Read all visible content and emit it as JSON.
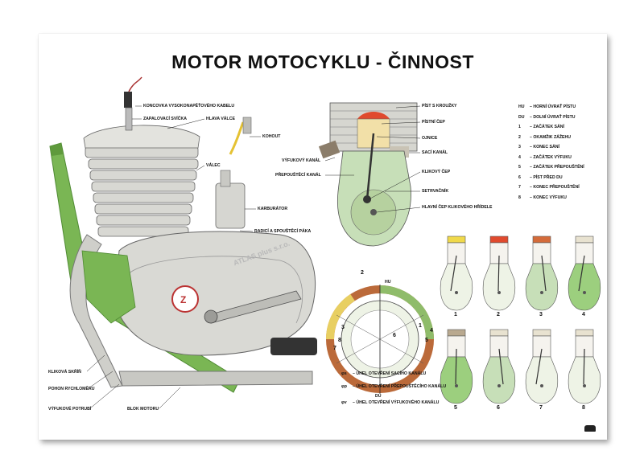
{
  "title": "MOTOR MOTOCYKLU - ČINNOST",
  "engine_labels": {
    "spark_cap": "KONCOVKA VYSOKONAPĚŤOVÉHO KABELU",
    "spark_plug": "ZAPALOVACÍ SVÍČKA",
    "head": "HLAVA VÁLCE",
    "fuel_tap": "KOHOUT",
    "cylinder": "VÁLEC",
    "carburetor": "KARBURÁTOR",
    "gear_lever": "RADICÍ A SPOUŠTĚCÍ PÁKA",
    "crankcase": "KLIKOVÁ SKŘÍŇ",
    "speedo_drive": "POHON RYCHLOMĚRU",
    "exhaust": "VÝFUKOVÉ POTRUBÍ",
    "engine_block": "BLOK MOTORU"
  },
  "section_labels": {
    "piston_rings": "PÍST S KROUŽKY",
    "piston_pin": "PÍSTNÍ ČEP",
    "rod": "OJNICE",
    "intake": "SACÍ KANÁL",
    "exhaust_port": "VÝFUKOVÝ KANÁL",
    "transfer": "PŘEPOUŠTĚCÍ KANÁL",
    "crank_pin": "KLIKOVÝ ČEP",
    "flywheel": "SETRVAČNÍK",
    "main_pin": "HLAVNÍ ČEP KLIKOVÉHO HŘÍDELE"
  },
  "legend": [
    {
      "key": "HU",
      "text": "– HORNÍ ÚVRAŤ PÍSTU"
    },
    {
      "key": "DU",
      "text": "– DOLNÍ ÚVRAŤ PÍSTU"
    },
    {
      "key": "1",
      "text": "– ZAČÁTEK SÁNÍ"
    },
    {
      "key": "2",
      "text": "– OKAMŽIK ZÁŽEHU"
    },
    {
      "key": "3",
      "text": "– KONEC SÁNÍ"
    },
    {
      "key": "4",
      "text": "– ZAČÁTEK VÝFUKU"
    },
    {
      "key": "5",
      "text": "– ZAČÁTEK PŘEPOUŠTĚNÍ"
    },
    {
      "key": "6",
      "text": "– PÍST PŘED DU"
    },
    {
      "key": "7",
      "text": "– KONEC PŘEPOUŠTĚNÍ"
    },
    {
      "key": "8",
      "text": "– KONEC VÝFUKU"
    }
  ],
  "timing": {
    "top": "HU",
    "bottom": "DU",
    "marks": [
      "2",
      "3",
      "1",
      "4",
      "5",
      "6",
      "7",
      "8"
    ],
    "legend": [
      {
        "sym": "φs",
        "text": "– ÚHEL OTEVŘENÍ SACÍHO KANÁLU"
      },
      {
        "sym": "φp",
        "text": "– ÚHEL OTEVŘENÍ PŘEPOUŠTĚCÍHO KANÁLU"
      },
      {
        "sym": "φv",
        "text": "– ÚHEL OTEVŘENÍ VÝFUKOVÉHO KANÁLU"
      }
    ]
  },
  "stages": [
    "1",
    "2",
    "3",
    "4",
    "5",
    "6",
    "7",
    "8"
  ],
  "watermark": "ATLAS plus s.r.o.",
  "colors": {
    "green": "#6fb24a",
    "red": "#d23a2a",
    "yellow": "#f0d94a",
    "grey": "#d9d9d4"
  }
}
